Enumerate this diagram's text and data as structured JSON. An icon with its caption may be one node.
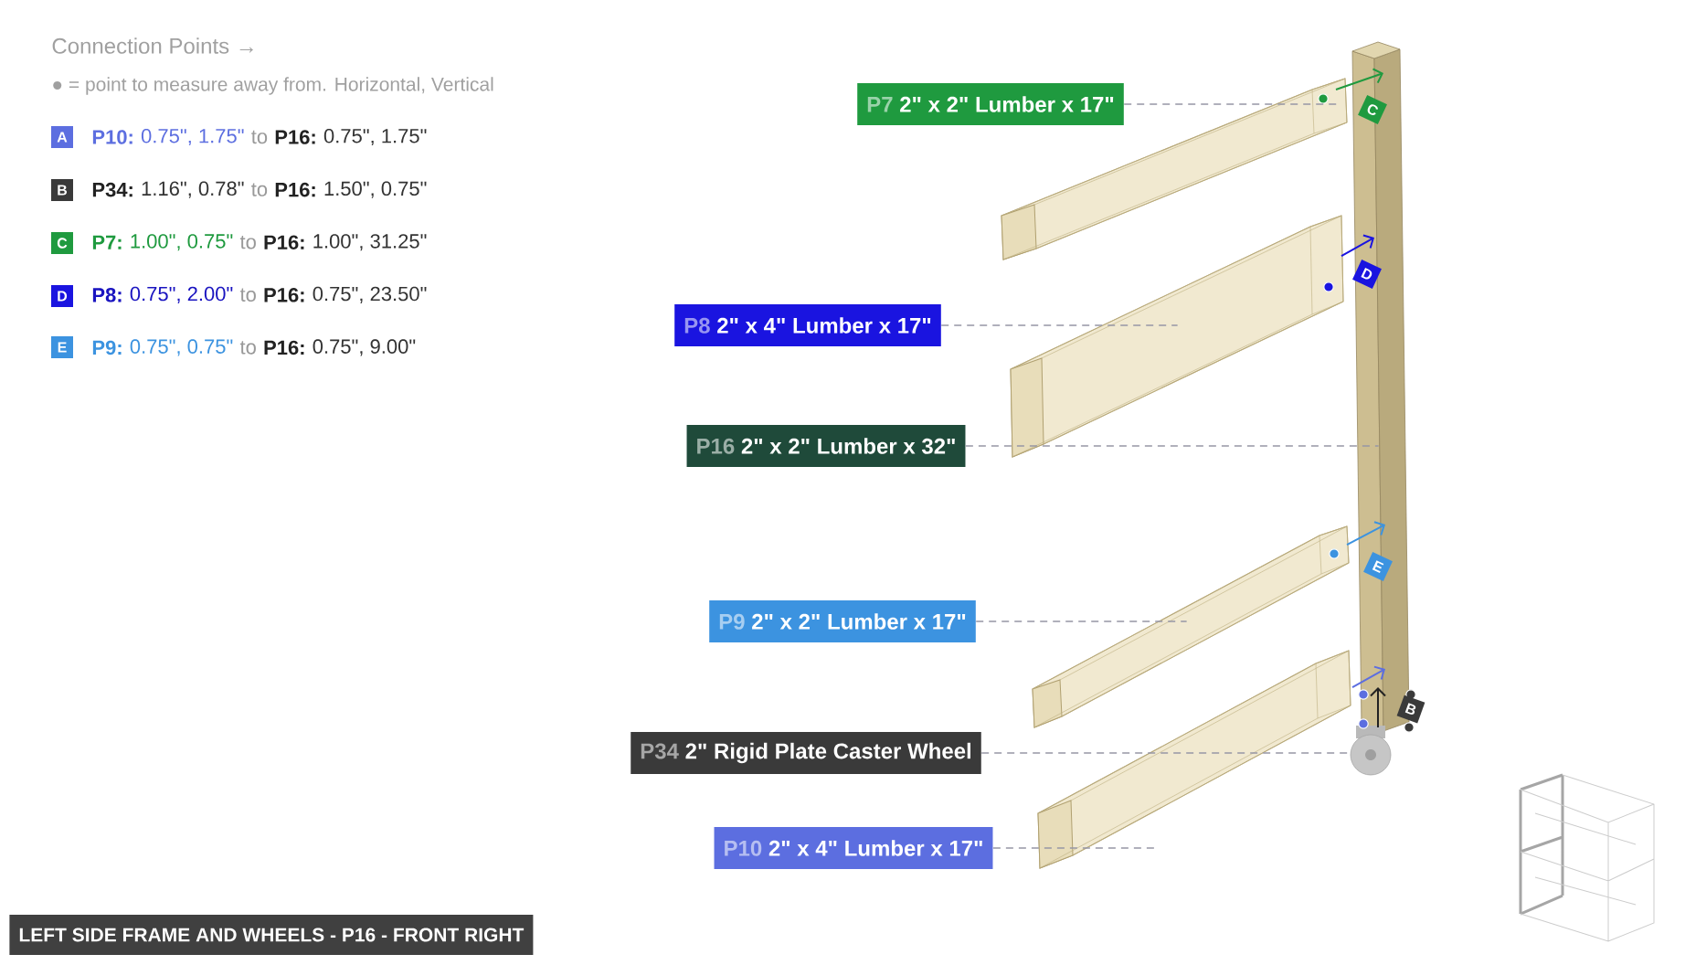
{
  "diagram": {
    "title": "LEFT SIDE FRAME AND WHEELS - P16 - FRONT RIGHT",
    "nodes": [
      {
        "text": [
          "A"
        ]
      },
      {
        "text": [
          "B"
        ]
      },
      {
        "text": [
          "C"
        ]
      },
      {
        "text": [
          "D"
        ]
      },
      {
        "text": [
          "E"
        ]
      },
      {
        "text": [
          "P7",
          "2\" x 2\" Lumber x 17\""
        ]
      },
      {
        "text": [
          "C"
        ]
      },
      {
        "text": [
          "P8",
          "2\" x 4\" Lumber  x 17\""
        ]
      },
      {
        "text": [
          "D"
        ]
      },
      {
        "text": [
          "P16",
          "2\" x 2\" Lumber x 32\""
        ]
      },
      {
        "text": [
          "E"
        ]
      },
      {
        "text": [
          "P9",
          "2\" x 2\" Lumber x 17\""
        ]
      },
      {
        "text": [
          "B"
        ]
      },
      {
        "text": [
          "P34",
          "2\" Rigid Plate Caster Wheel"
        ]
      },
      {
        "text": [
          "P10",
          "2\" x 4\" Lumber  x 17\""
        ]
      },
      {
        "text": [],
        "shape": "box"
      },
      {
        "text": [],
        "shape": "box"
      },
      {
        "text": [],
        "shape": "bar"
      },
      {
        "text": [],
        "shape": "box"
      },
      {
        "text": [],
        "shape": "circle"
      },
      {
        "text": [],
        "shape": "box"
      }
    ],
    "edges": [
      {
        "from": 5,
        "to": 15,
        "arrow": "none",
        "style": "dashed"
      },
      {
        "from": 7,
        "to": 16,
        "arrow": "none",
        "style": "dashed"
      },
      {
        "from": 9,
        "to": 17,
        "arrow": "none",
        "style": "dashed"
      },
      {
        "from": 11,
        "to": 18,
        "arrow": "none",
        "style": "dashed"
      },
      {
        "from": 13,
        "to": 19,
        "arrow": "none",
        "style": "dashed"
      },
      {
        "from": 14,
        "to": 20,
        "arrow": "none",
        "style": "dashed"
      },
      {
        "from": 15,
        "to": 17,
        "arrow": "to",
        "color": "#1f9a3f"
      },
      {
        "from": 16,
        "to": 17,
        "arrow": "to",
        "color": "#1a14e0"
      },
      {
        "from": 18,
        "to": 17,
        "arrow": "to",
        "color": "#3c93e0"
      },
      {
        "from": 20,
        "to": 17,
        "arrow": "to",
        "color": "#5c6ee0"
      },
      {
        "from": 19,
        "to": 17,
        "arrow": "to",
        "color": "#222222"
      }
    ],
    "labels": [
      "Connection Points →",
      "● = point to measure away from. Horizontal, Vertical",
      "P10:",
      "0.75\", 1.75\"",
      "to",
      "P16:",
      "0.75\", 1.75\"",
      "P34:",
      "1.16\", 0.78\"",
      "to",
      "P16:",
      "1.50\", 0.75\"",
      "P7:",
      "1.00\", 0.75\"",
      "to",
      "P16:",
      "1.00\", 31.25\"",
      "P8:",
      "0.75\", 2.00\"",
      "to",
      "P16:",
      "0.75\", 23.50\"",
      "P9:",
      "0.75\", 0.75\"",
      "to",
      "P16:",
      "0.75\", 9.00\""
    ]
  }
}
